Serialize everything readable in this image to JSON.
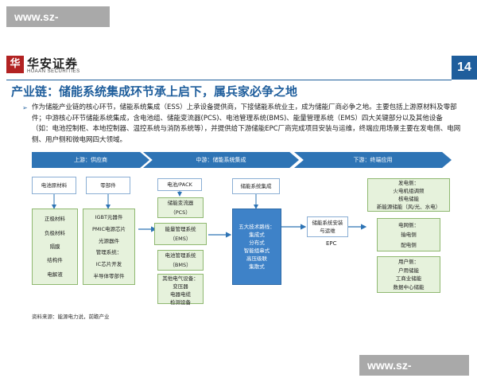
{
  "watermark": {
    "top": "www.sz-kyzd.com",
    "bottom": "www.sz-kyzd.com"
  },
  "logo": {
    "cn": "华安证券",
    "en": "HUAAN SECURITIES",
    "mark": "华"
  },
  "page_number": "14",
  "title": "产业链：储能系统集成环节承上启下，属兵家必争之地",
  "bullet": "作为储能产业链的核心环节，储能系统集成（ESS）上承设备提供商，下接储能系统业主，成为储能厂商必争之地。主要包括上游原材料及零部件；中游核心环节储能系统集成，含电池组、储能变流器(PCS)、电池管理系统(BMS)、能量管理系统（EMS）四大关键部分以及其他设备（如：电池控制柜、本地控制器、温控系统与消防系统等），并提供给下游储能EPC厂商完成项目安装与运维，终端应用场景主要在发电侧、电网侧、用户侧和微电网四大领域。",
  "stages": {
    "upstream": "上游：供应商",
    "midstream": "中游：储能系统集成",
    "downstream": "下游：终端应用"
  },
  "upstream": {
    "battery_materials": {
      "label": "电池原材料",
      "items": [
        "正极材料",
        "负极材料",
        "隔膜",
        "结构件",
        "电解液"
      ]
    },
    "components": {
      "label": "零部件",
      "items": [
        "IGBT元器件",
        "PMIC电源芯片",
        "光源器件",
        "管理系统：",
        "IC芯片开发",
        "半导体零部件"
      ]
    }
  },
  "midstream": {
    "battery_pack": "电池/PACK",
    "pcs": [
      "储能变流器",
      "（PCS）"
    ],
    "ems": [
      "能量管理系统",
      "（EMS）"
    ],
    "bms": [
      "电池管理系统",
      "（BMS）"
    ],
    "other": [
      "其他电气设备：",
      "变压器",
      "电器电缆",
      "检测设备"
    ],
    "integration": "储能系统集成",
    "five_routes": [
      "五大技术路线：",
      "集成式",
      "分布式",
      "智能组串式",
      "高压级联",
      "集散式"
    ]
  },
  "epc": {
    "box": [
      "储能系统安装",
      "与运维"
    ],
    "label": "EPC"
  },
  "downstream": {
    "generation": [
      "发电侧：",
      "火电机组调频",
      "核电储能",
      "新能源储能（风/光、水电）"
    ],
    "grid": [
      "电网侧：",
      "输电侧",
      "配电侧"
    ],
    "user": [
      "用户侧：",
      "户用储能",
      "工商业储能",
      "数据中心储能"
    ]
  },
  "source": "资料来源：能源电力说，前瞻产业",
  "colors": {
    "brand_blue": "#1f5e9c",
    "chevron_blue": "#2e74b5",
    "green_fill": "#e6f2dc",
    "blue_fill": "#3e82c8",
    "logo_red": "#b22222"
  }
}
